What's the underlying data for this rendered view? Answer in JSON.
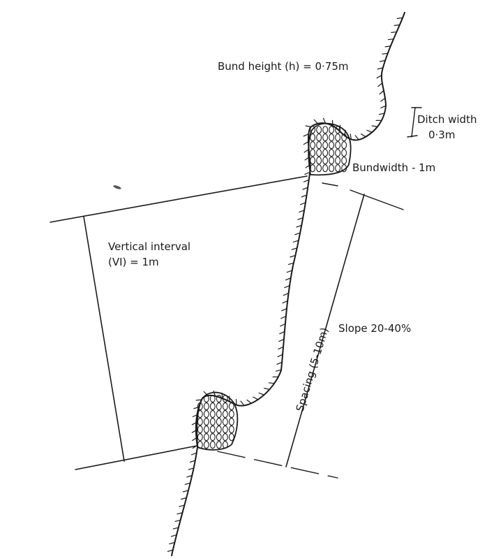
{
  "labels": {
    "bund_height": "Bund height  (h) = 0·75m",
    "ditch_width_title": "Ditch width",
    "ditch_width_value": "0·3m",
    "bund_width": "Bundwidth - 1m",
    "vertical_interval_line1": "Vertical interval",
    "vertical_interval_line2": "(VI) = 1m",
    "slope": "Slope 20-40%",
    "spacing": "Spacing (5-10m)"
  }
}
